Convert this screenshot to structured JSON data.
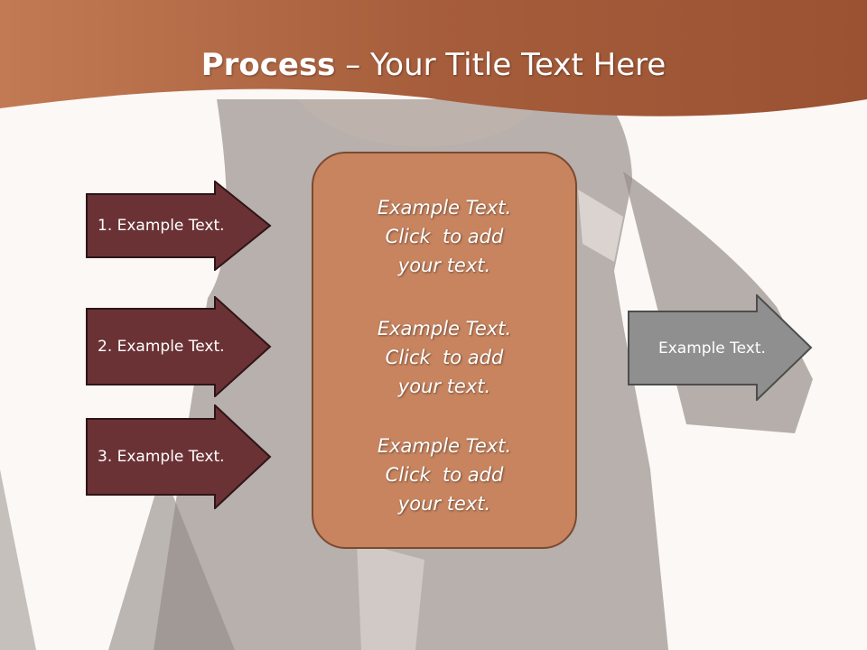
{
  "title": {
    "bold": "Process",
    "rest": " – Your Title Text Here"
  },
  "left_arrows": [
    {
      "label": "1. Example Text."
    },
    {
      "label": "2. Example Text."
    },
    {
      "label": "3. Example Text."
    }
  ],
  "center_box": {
    "items": [
      {
        "line1": "Example Text.",
        "line2": "Click  to add",
        "line3": "your text."
      },
      {
        "line1": "Example Text.",
        "line2": "Click  to add",
        "line3": "your text."
      },
      {
        "line1": "Example Text.",
        "line2": "Click  to add",
        "line3": "your text."
      }
    ]
  },
  "right_arrow": {
    "label": "Example Text."
  },
  "colors": {
    "header": "#a65d3b",
    "left_arrow": "#6b3235",
    "box": "#c7845f",
    "right_arrow": "#8f8f8f",
    "background": "#fbf8f5"
  }
}
